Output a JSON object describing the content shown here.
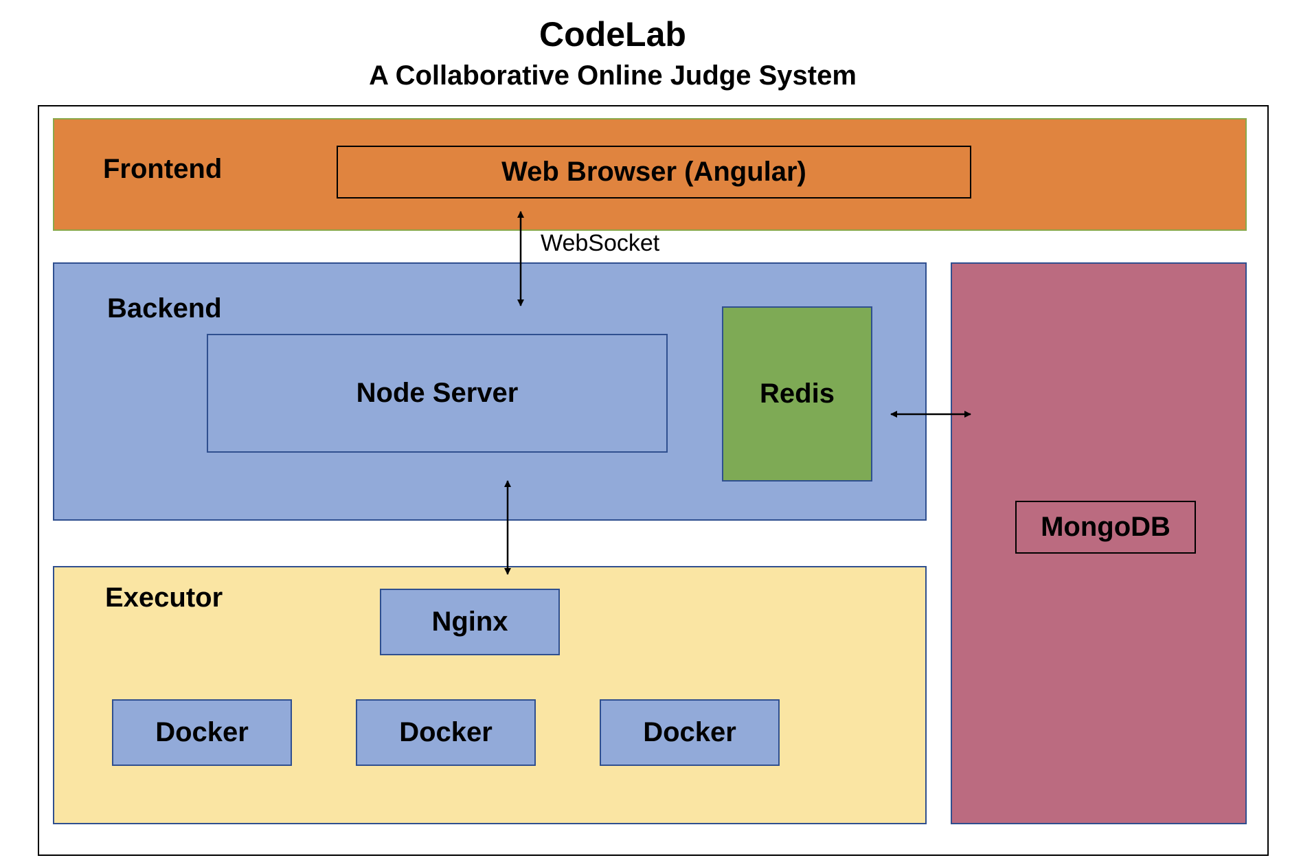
{
  "title": "CodeLab",
  "subtitle": "A Collaborative Online Judge System",
  "colors": {
    "frontend": "#e0843f",
    "backend": "#92aad9",
    "executor": "#fae5a3",
    "mongodb_panel": "#bb6b80",
    "redis": "#7eaa55",
    "inner_blue": "#92aad9"
  },
  "layers": {
    "frontend": {
      "label": "Frontend",
      "web_browser": "Web Browser (Angular)"
    },
    "backend": {
      "label": "Backend",
      "node_server": "Node Server",
      "redis": "Redis"
    },
    "executor": {
      "label": "Executor",
      "nginx": "Nginx",
      "dockers": [
        "Docker",
        "Docker",
        "Docker"
      ]
    },
    "database": {
      "mongodb": "MongoDB"
    }
  },
  "connections": {
    "browser_backend": "WebSocket"
  }
}
